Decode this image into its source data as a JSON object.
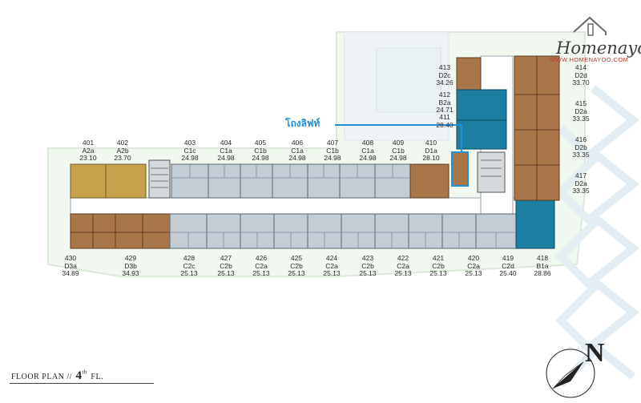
{
  "title": {
    "prefix": "FLOOR PLAN //",
    "floor": "4",
    "suffix_sup": "th",
    "suffix": "FL."
  },
  "logo": {
    "name": "Homenayoo",
    "url": "WWW.HOMENAYOO.COM"
  },
  "lift_label": "โถงลิฟท์",
  "compass": {
    "letter": "N"
  },
  "colors": {
    "a_type": "#c8a24a",
    "c_type": "#c3cdd6",
    "d_type": "#a9764a",
    "b_type": "#1c7ea0",
    "lift": "#1f8fd6"
  },
  "top_row_units": [
    {
      "no": "401",
      "type": "A2a",
      "area": "23.10"
    },
    {
      "no": "402",
      "type": "A2b",
      "area": "23.70"
    },
    {
      "no": "403",
      "type": "C1c",
      "area": "24.98"
    },
    {
      "no": "404",
      "type": "C1a",
      "area": "24.98"
    },
    {
      "no": "405",
      "type": "C1b",
      "area": "24.98"
    },
    {
      "no": "406",
      "type": "C1a",
      "area": "24.98"
    },
    {
      "no": "407",
      "type": "C1b",
      "area": "24.98"
    },
    {
      "no": "408",
      "type": "C1a",
      "area": "24.98"
    },
    {
      "no": "409",
      "type": "C1b",
      "area": "24.98"
    },
    {
      "no": "410",
      "type": "D1a",
      "area": "28.10"
    }
  ],
  "bottom_row_units": [
    {
      "no": "430",
      "type": "D3a",
      "area": "34.89"
    },
    {
      "no": "429",
      "type": "D3b",
      "area": "34.93"
    },
    {
      "no": "428",
      "type": "C2c",
      "area": "25.13"
    },
    {
      "no": "427",
      "type": "C2b",
      "area": "25.13"
    },
    {
      "no": "426",
      "type": "C2a",
      "area": "25.13"
    },
    {
      "no": "425",
      "type": "C2b",
      "area": "25.13"
    },
    {
      "no": "424",
      "type": "C2a",
      "area": "25.13"
    },
    {
      "no": "423",
      "type": "C2b",
      "area": "25.13"
    },
    {
      "no": "422",
      "type": "C2a",
      "area": "25.13"
    },
    {
      "no": "421",
      "type": "C2b",
      "area": "25.13"
    },
    {
      "no": "420",
      "type": "C2a",
      "area": "25.13"
    },
    {
      "no": "419",
      "type": "C2d",
      "area": "25.40"
    },
    {
      "no": "418",
      "type": "B1a",
      "area": "28.86"
    }
  ],
  "tower_left_units": [
    {
      "no": "413",
      "type": "D2c",
      "area": "34.26"
    },
    {
      "no": "412",
      "type": "B2a",
      "area": "24.71"
    },
    {
      "no": "411",
      "type": "",
      "area": "28.40"
    }
  ],
  "tower_right_units": [
    {
      "no": "414",
      "type": "D2d",
      "area": "33.70"
    },
    {
      "no": "415",
      "type": "D2a",
      "area": "33.35"
    },
    {
      "no": "416",
      "type": "D2b",
      "area": "33.35"
    },
    {
      "no": "417",
      "type": "D2a",
      "area": "33.35"
    }
  ]
}
